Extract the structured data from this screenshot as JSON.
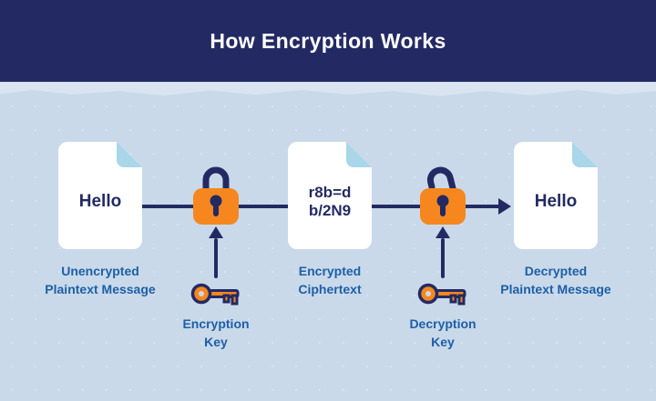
{
  "header": {
    "title": "How Encryption Works"
  },
  "flow": {
    "doc_plain": {
      "text": "Hello",
      "label": "Unencrypted Plaintext Message"
    },
    "enc_key": {
      "label": "Encryption Key"
    },
    "doc_cipher": {
      "line1": "r8b=d",
      "line2": "b/2N9",
      "label": "Encrypted Ciphertext"
    },
    "dec_key": {
      "label": "Decryption Key"
    },
    "doc_decrypted": {
      "text": "Hello",
      "label": "Decrypted Plaintext Message"
    }
  },
  "icons": {
    "lock_closed": "closed-padlock-icon",
    "lock_open": "open-padlock-icon",
    "key": "key-icon",
    "document": "document-icon"
  },
  "colors": {
    "header_bg": "#232a63",
    "body_bg": "#c9d9e9",
    "torn_band": "#dae4f0",
    "navy": "#232a63",
    "label_blue": "#1d5fa7",
    "accent_orange": "#f6871f",
    "doc_fold_blue": "#a9d6e8",
    "doc_white": "#ffffff"
  }
}
